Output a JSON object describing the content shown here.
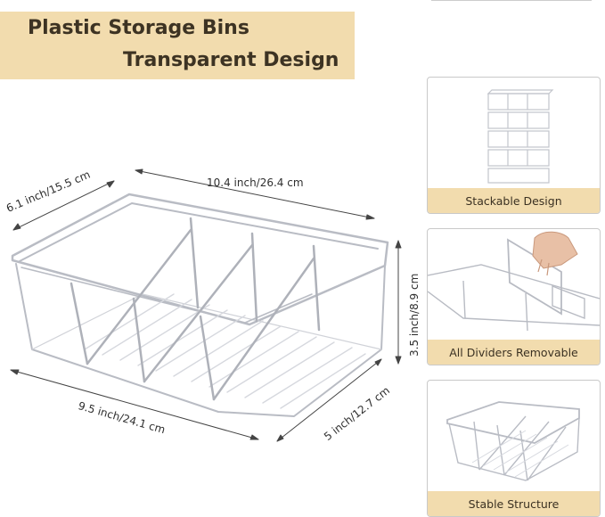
{
  "banner": {
    "line1": "Plastic Storage Bins",
    "line2": "Transparent Design",
    "background": "#f2dcae"
  },
  "dimensions": {
    "width_top": "10.4 inch/26.4 cm",
    "depth_top": "6.1 inch/15.5 cm",
    "height": "3.5 inch/8.9 cm",
    "width_bottom": "9.5 inch/24.1 cm",
    "depth_bottom": "5 inch/12.7 cm"
  },
  "features": [
    {
      "caption": "Stackable Design"
    },
    {
      "caption": "All Dividers Removable"
    },
    {
      "caption": "Stable Structure"
    }
  ],
  "colors": {
    "accent": "#f2dcae",
    "text": "#3d3323",
    "bin_edge": "#b9bcc4"
  }
}
